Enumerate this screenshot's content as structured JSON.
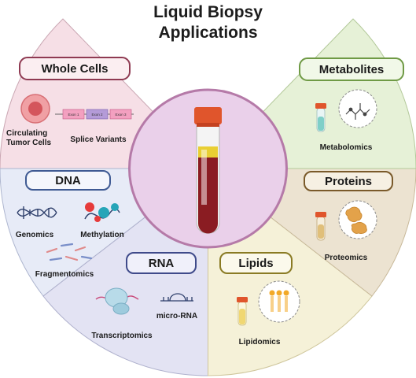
{
  "title": {
    "line1": "Liquid Biopsy",
    "line2": "Applications"
  },
  "sections": {
    "whole_cells": {
      "label": "Whole Cells",
      "items": [
        "Circulating",
        "Tumor Cells",
        "Splice Variants"
      ],
      "exons": [
        "Exon 1",
        "Exon 2",
        "Exon 3"
      ]
    },
    "dna": {
      "label": "DNA",
      "items": [
        "Genomics",
        "Methylation",
        "Fragmentomics"
      ]
    },
    "rna": {
      "label": "RNA",
      "items": [
        "Transcriptomics",
        "micro-RNA"
      ]
    },
    "lipids": {
      "label": "Lipids",
      "items": [
        "Lipidomics"
      ]
    },
    "proteins": {
      "label": "Proteins",
      "items": [
        "Proteomics"
      ]
    },
    "metabolites": {
      "label": "Metabolites",
      "items": [
        "Metabolomics"
      ]
    }
  },
  "colors": {
    "whole_cells": "#f6dfe6",
    "dna": "#e7ebf7",
    "rna": "#e3e3f3",
    "lipids": "#f5f1d8",
    "proteins": "#ece3d1",
    "metabolites": "#e6f1d7",
    "center": "#ead0ea",
    "tube_blood": "#8a1c22",
    "tube_cap": "#e0552c"
  }
}
